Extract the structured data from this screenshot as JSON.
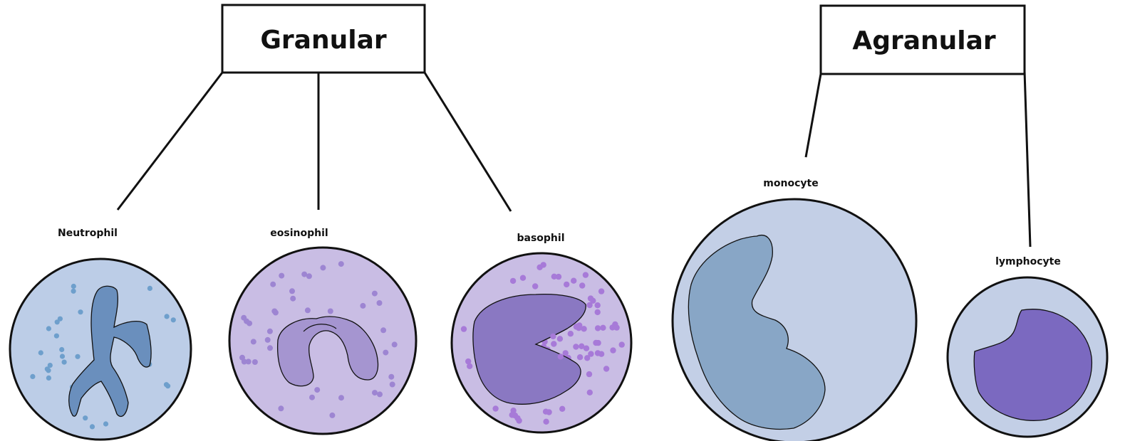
{
  "groups": {
    "granular": {
      "title": "Granular"
    },
    "agranular": {
      "title": "Agranular"
    }
  },
  "cells": {
    "neutrophil": {
      "label": "Neutrophil"
    },
    "eosinophil": {
      "label": "eosinophil"
    },
    "basophil": {
      "label": "basophil"
    },
    "monocyte": {
      "label": "monocyte"
    },
    "lymphocyte": {
      "label": "lymphocyte"
    }
  },
  "colors": {
    "neutrophil_cytoplasm": "#bccde7",
    "neutrophil_nucleus": "#6a8fbd",
    "neutrophil_granule": "#6e9fcc",
    "eosinophil_cytoplasm": "#c9bde4",
    "eosinophil_nucleus": "#a595d0",
    "eosinophil_granule": "#9d85d2",
    "basophil_cytoplasm": "#c9bde4",
    "basophil_nucleus": "#8a78c2",
    "basophil_granule": "#a77ad8",
    "monocyte_cytoplasm": "#c3cfe6",
    "monocyte_nucleus": "#88a6c6",
    "lymphocyte_cytoplasm": "#c3cfe6",
    "lymphocyte_nucleus": "#7b69c0",
    "outline": "#111111"
  }
}
